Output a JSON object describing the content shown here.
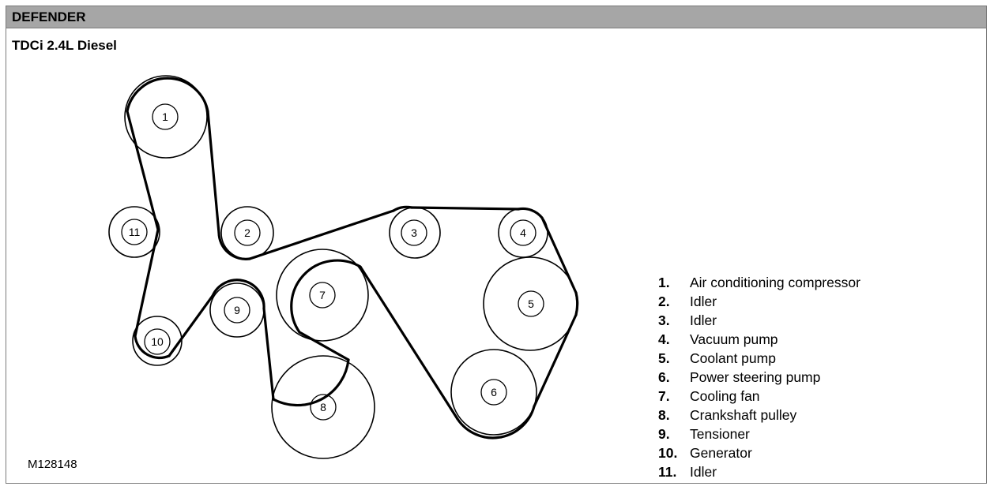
{
  "header": {
    "title": "DEFENDER"
  },
  "subtitle": "TDCi 2.4L Diesel",
  "figure_code": "M128148",
  "legend": [
    {
      "num": "1.",
      "label": "Air conditioning compressor"
    },
    {
      "num": "2.",
      "label": "Idler"
    },
    {
      "num": "3.",
      "label": "Idler"
    },
    {
      "num": "4.",
      "label": "Vacuum pump"
    },
    {
      "num": "5.",
      "label": "Coolant pump"
    },
    {
      "num": "6.",
      "label": "Power steering pump"
    },
    {
      "num": "7.",
      "label": "Cooling fan"
    },
    {
      "num": "8.",
      "label": "Crankshaft pulley"
    },
    {
      "num": "9.",
      "label": "Tensioner"
    },
    {
      "num": "10.",
      "label": "Generator"
    },
    {
      "num": "11.",
      "label": "Idler"
    }
  ],
  "pulley_labels": {
    "p1": "1",
    "p2": "2",
    "p3": "3",
    "p4": "4",
    "p5": "5",
    "p6": "6",
    "p7": "7",
    "p8": "8",
    "p9": "9",
    "p10": "10",
    "p11": "11"
  }
}
